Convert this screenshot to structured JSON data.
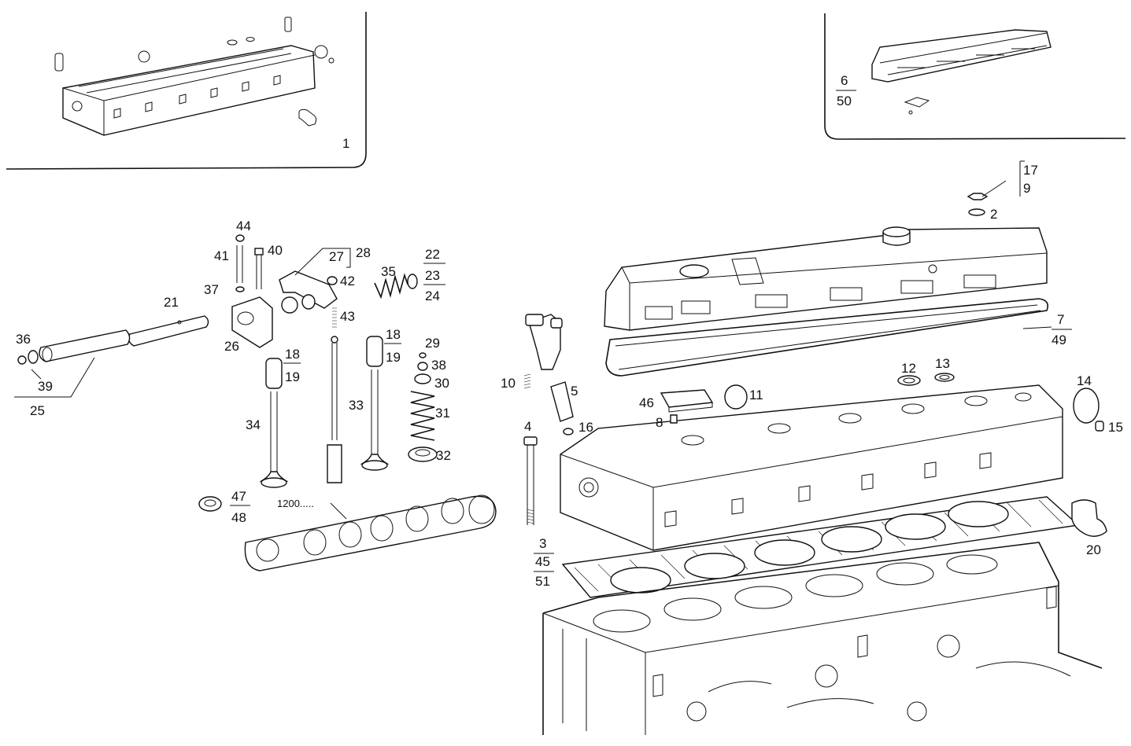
{
  "labels": {
    "l1": "1",
    "l2": "2",
    "l3": "3",
    "l45": "45",
    "l51": "51",
    "l4": "4",
    "l5": "5",
    "l6": "6",
    "l50": "50",
    "l7": "7",
    "l49": "49",
    "l8": "8",
    "l9": "9",
    "l17": "17",
    "l10": "10",
    "l11": "11",
    "l12": "12",
    "l13": "13",
    "l14": "14",
    "l15": "15",
    "l16": "16",
    "l18a": "18",
    "l19a": "19",
    "l18b": "18",
    "l19b": "19",
    "l20": "20",
    "l21": "21",
    "l22": "22",
    "l23": "23",
    "l24": "24",
    "l25": "25",
    "l26": "26",
    "l27": "27",
    "l28": "28",
    "l29": "29",
    "l30": "30",
    "l31": "31",
    "l32": "32",
    "l33": "33",
    "l34": "34",
    "l35": "35",
    "l36": "36",
    "l37": "37",
    "l38": "38",
    "l39": "39",
    "l40": "40",
    "l41": "41",
    "l42": "42",
    "l43": "43",
    "l44": "44",
    "l46": "46",
    "l47": "47",
    "l48": "48",
    "l1200": "1200....."
  }
}
